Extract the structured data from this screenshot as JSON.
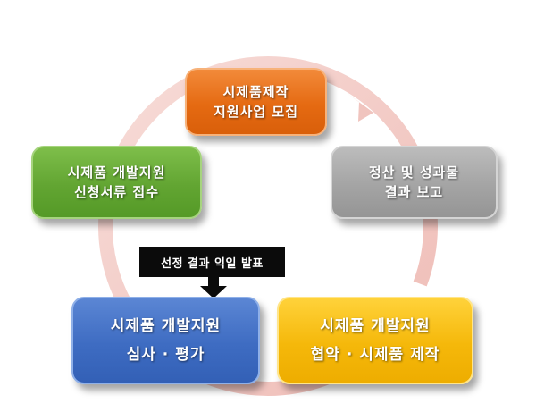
{
  "boxes": {
    "recruit": {
      "line1": "시제품제작",
      "line2": "지원사업 모집"
    },
    "apply": {
      "line1": "시제품 개발지원",
      "line2": "신청서류 접수"
    },
    "review": {
      "line1": "시제품 개발지원",
      "line2": "심사 · 평가"
    },
    "agreement": {
      "line1": "시제품 개발지원",
      "line2": "협약 · 시제품 제작"
    },
    "settlement": {
      "line1": "정산 및 성과물",
      "line2": "결과 보고"
    }
  },
  "callout": {
    "label": "선정 결과 익일 발표"
  },
  "colors": {
    "recruit": "#e56a12",
    "apply": "#62a532",
    "review": "#3e6cc2",
    "agreement": "#f5b80a",
    "settlement": "#a4a4a4",
    "cycle_ring": "#f2c9c4"
  }
}
